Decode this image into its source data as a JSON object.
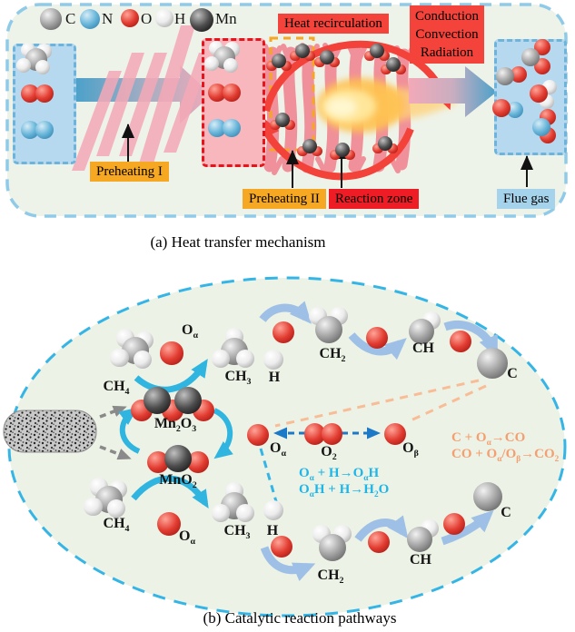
{
  "legend": {
    "items": [
      "C",
      "N",
      "O",
      "H",
      "Mn"
    ]
  },
  "panel_a": {
    "caption": "(a) Heat transfer mechanism",
    "heat_recirculation": "Heat recirculation",
    "heat_transfer_modes": [
      "Conduction",
      "Convection",
      "Radiation"
    ],
    "preheating_1": "Preheating I",
    "preheating_2": "Preheating II",
    "reaction_zone": "Reaction zone",
    "flue_gas": "Flue gas"
  },
  "panel_b": {
    "caption": "(b) Catalytic reaction pathways",
    "species": {
      "ch4": [
        {
          "t": "CH"
        },
        {
          "t": "4",
          "sub": true
        }
      ],
      "ch3": [
        {
          "t": "CH"
        },
        {
          "t": "3",
          "sub": true
        }
      ],
      "ch2": [
        {
          "t": "CH"
        },
        {
          "t": "2",
          "sub": true
        }
      ],
      "ch": [
        {
          "t": "CH"
        }
      ],
      "c": [
        {
          "t": "C"
        }
      ],
      "h": [
        {
          "t": "H"
        }
      ],
      "o_alpha": [
        {
          "t": "O"
        },
        {
          "t": "α",
          "sub": true
        }
      ],
      "o_beta": [
        {
          "t": "O"
        },
        {
          "t": "β",
          "sub": true
        }
      ],
      "o2": [
        {
          "t": "O"
        },
        {
          "t": "2",
          "sub": true
        }
      ],
      "mn2o3": [
        {
          "t": "Mn"
        },
        {
          "t": "2",
          "sub": true
        },
        {
          "t": "O"
        },
        {
          "t": "3",
          "sub": true
        }
      ],
      "mno2": [
        {
          "t": "MnO"
        },
        {
          "t": "2",
          "sub": true
        }
      ]
    },
    "equations": {
      "carbon_1": [
        {
          "t": "C + O"
        },
        {
          "t": "α",
          "sub": true
        },
        {
          "t": "→CO"
        }
      ],
      "carbon_2": [
        {
          "t": "CO + O"
        },
        {
          "t": "α",
          "sub": true
        },
        {
          "t": "/O"
        },
        {
          "t": "β",
          "sub": true
        },
        {
          "t": "→CO"
        },
        {
          "t": "2",
          "sub": true
        }
      ],
      "hydroxyl_1": [
        {
          "t": "O"
        },
        {
          "t": "α",
          "sub": true
        },
        {
          "t": " + H→O"
        },
        {
          "t": "α",
          "sub": true
        },
        {
          "t": "H"
        }
      ],
      "hydroxyl_2": [
        {
          "t": "O"
        },
        {
          "t": "α",
          "sub": true
        },
        {
          "t": "H + H→H"
        },
        {
          "t": "2",
          "sub": true
        },
        {
          "t": "O"
        }
      ]
    }
  },
  "colors": {
    "panel_bg": "#eef3e9",
    "panel_border": "#8fcbe9",
    "ellipse_border": "#35b5e5",
    "red_label": "#f4433a",
    "bright_red": "#ee1c25",
    "orange_label": "#f7a823",
    "blue_label": "#a6d3ec",
    "cyan_text": "#1db6e9",
    "orange_text": "#f59e70",
    "porous_pink": "#f0909a",
    "heat_arrow_red": "#f2423a"
  }
}
